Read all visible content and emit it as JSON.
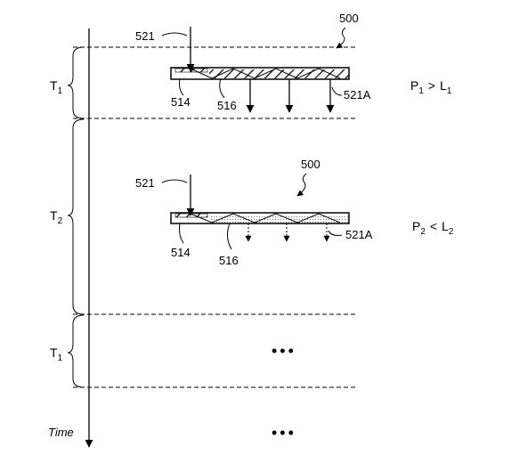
{
  "figure": {
    "axis_label": "Time",
    "ellipsis": "•••",
    "periods": [
      {
        "label": "T",
        "sub": "1"
      },
      {
        "label": "T",
        "sub": "2"
      },
      {
        "label": "T",
        "sub": "1"
      }
    ],
    "panels": [
      {
        "assembly_label": "500",
        "input_label": "521",
        "coupler_label": "514",
        "waveguide_label": "516",
        "output_label": "521A",
        "condition": {
          "p": "P",
          "p_sub": "1",
          "op": ">",
          "l": "L",
          "l_sub": "1"
        }
      },
      {
        "assembly_label": "500",
        "input_label": "521",
        "coupler_label": "514",
        "waveguide_label": "516",
        "output_label": "521A",
        "condition": {
          "p": "P",
          "p_sub": "2",
          "op": "<",
          "l": "L",
          "l_sub": "2"
        }
      }
    ]
  }
}
